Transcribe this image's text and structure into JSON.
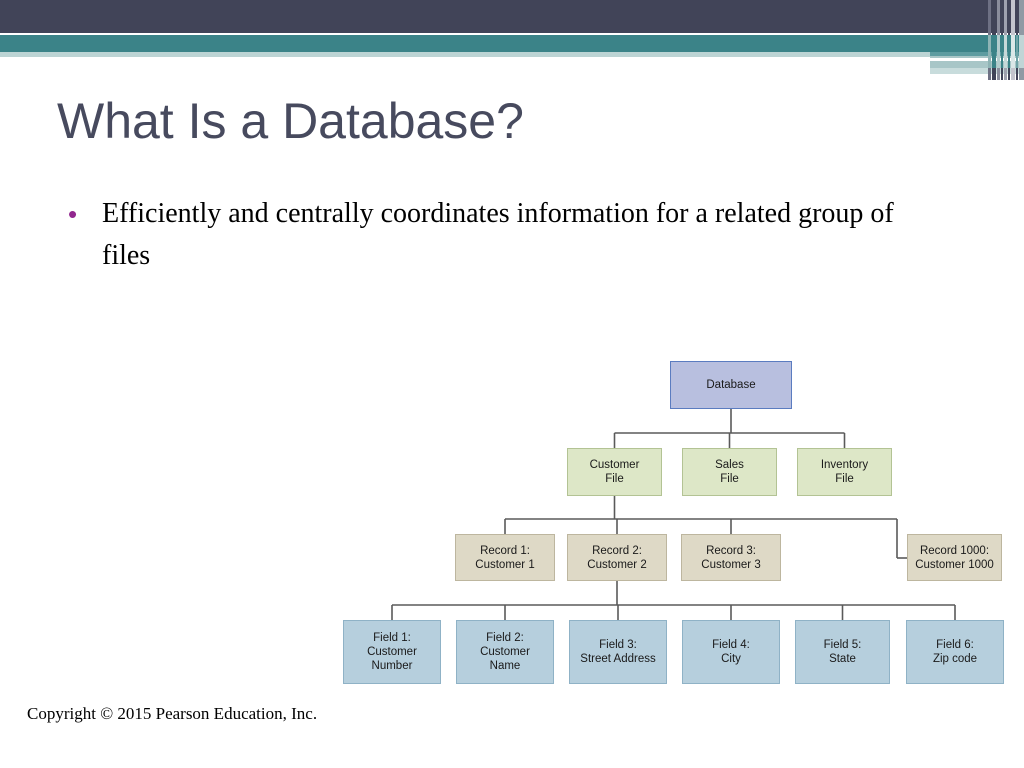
{
  "slide": {
    "title": "What Is a Database?",
    "bullets": [
      "Efficiently and centrally coordinates information for a related group of files"
    ],
    "footer": "Copyright © 2015 Pearson Education, Inc."
  },
  "theme": {
    "header_dark": "#414458",
    "header_teal": "#3b8388",
    "header_pale": "#a8c6c7",
    "title_color": "#474a5e",
    "bullet_color": "#92278f",
    "connector_color": "#5a5a5a"
  },
  "diagram": {
    "type": "hierarchy",
    "levels": [
      {
        "name": "database",
        "fill": "#b8bfdf",
        "border": "#5b7cc0",
        "nodes": [
          {
            "id": "db",
            "label": "Database",
            "lines": [
              "Database"
            ]
          }
        ]
      },
      {
        "name": "files",
        "fill": "#dde7c7",
        "border": "#b3c394",
        "nodes": [
          {
            "id": "f1",
            "lines": [
              "Customer",
              "File"
            ]
          },
          {
            "id": "f2",
            "lines": [
              "Sales",
              "File"
            ]
          },
          {
            "id": "f3",
            "lines": [
              "Inventory",
              "File"
            ]
          }
        ]
      },
      {
        "name": "records",
        "fill": "#ded9c6",
        "border": "#bdb69f",
        "nodes": [
          {
            "id": "r1",
            "lines": [
              "Record 1:",
              "Customer 1"
            ]
          },
          {
            "id": "r2",
            "lines": [
              "Record 2:",
              "Customer 2"
            ]
          },
          {
            "id": "r3",
            "lines": [
              "Record 3:",
              "Customer 3"
            ]
          },
          {
            "id": "r1000",
            "lines": [
              "Record 1000:",
              "Customer 1000"
            ]
          }
        ]
      },
      {
        "name": "fields",
        "fill": "#b6cfdd",
        "border": "#8fb2c6",
        "nodes": [
          {
            "id": "fd1",
            "lines": [
              "Field 1:",
              "Customer",
              "Number"
            ]
          },
          {
            "id": "fd2",
            "lines": [
              "Field 2:",
              "Customer",
              "Name"
            ]
          },
          {
            "id": "fd3",
            "lines": [
              "Field 3:",
              "Street Address"
            ]
          },
          {
            "id": "fd4",
            "lines": [
              "Field 4:",
              "City"
            ]
          },
          {
            "id": "fd5",
            "lines": [
              "Field 5:",
              "State"
            ]
          },
          {
            "id": "fd6",
            "lines": [
              "Field 6:",
              "Zip code"
            ]
          }
        ]
      }
    ]
  }
}
